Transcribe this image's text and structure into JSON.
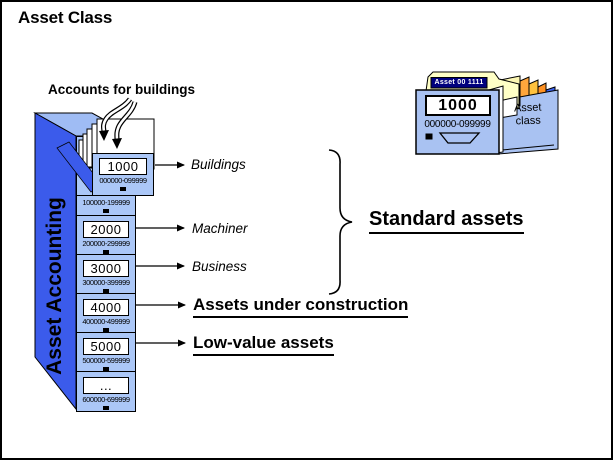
{
  "title": "Asset Class",
  "cabinet": {
    "side_label": "Asset Accounting",
    "callout_label": "Accounts for buildings",
    "pulled_drawer": {
      "code": "1000",
      "range": "000000-099999"
    },
    "second_drawer_range": "100000-199999",
    "drawers": [
      {
        "code": "2000",
        "range": "200000-299999"
      },
      {
        "code": "3000",
        "range": "300000-399999"
      },
      {
        "code": "4000",
        "range": "400000-499999"
      },
      {
        "code": "5000",
        "range": "500000-599999"
      },
      {
        "code": "...",
        "range": "600000-699999"
      }
    ]
  },
  "class_labels": {
    "buildings": "Buildings",
    "machinery": "Machiner",
    "business": "Business"
  },
  "groups": {
    "standard": "Standard assets",
    "under_construction": "Assets under construction",
    "low_value": "Low-value assets"
  },
  "card_box": {
    "folder_tab": "Asset 00 1111",
    "code": "1000",
    "range": "000000-099999",
    "side_label": "Asset class"
  },
  "colors": {
    "cabinet_side_blue": "#3B5BEB",
    "cabinet_front_blue": "#ABC7F7",
    "cabinet_top_blue": "#9FBCF4",
    "box_blue": "#A9C2F2",
    "folder_yellow": "#FFFFC6",
    "tab_navy": "#00007E",
    "card_orange": "#FF9122",
    "card_gold": "#FFC23E",
    "card_blue": "#3B63F2"
  }
}
